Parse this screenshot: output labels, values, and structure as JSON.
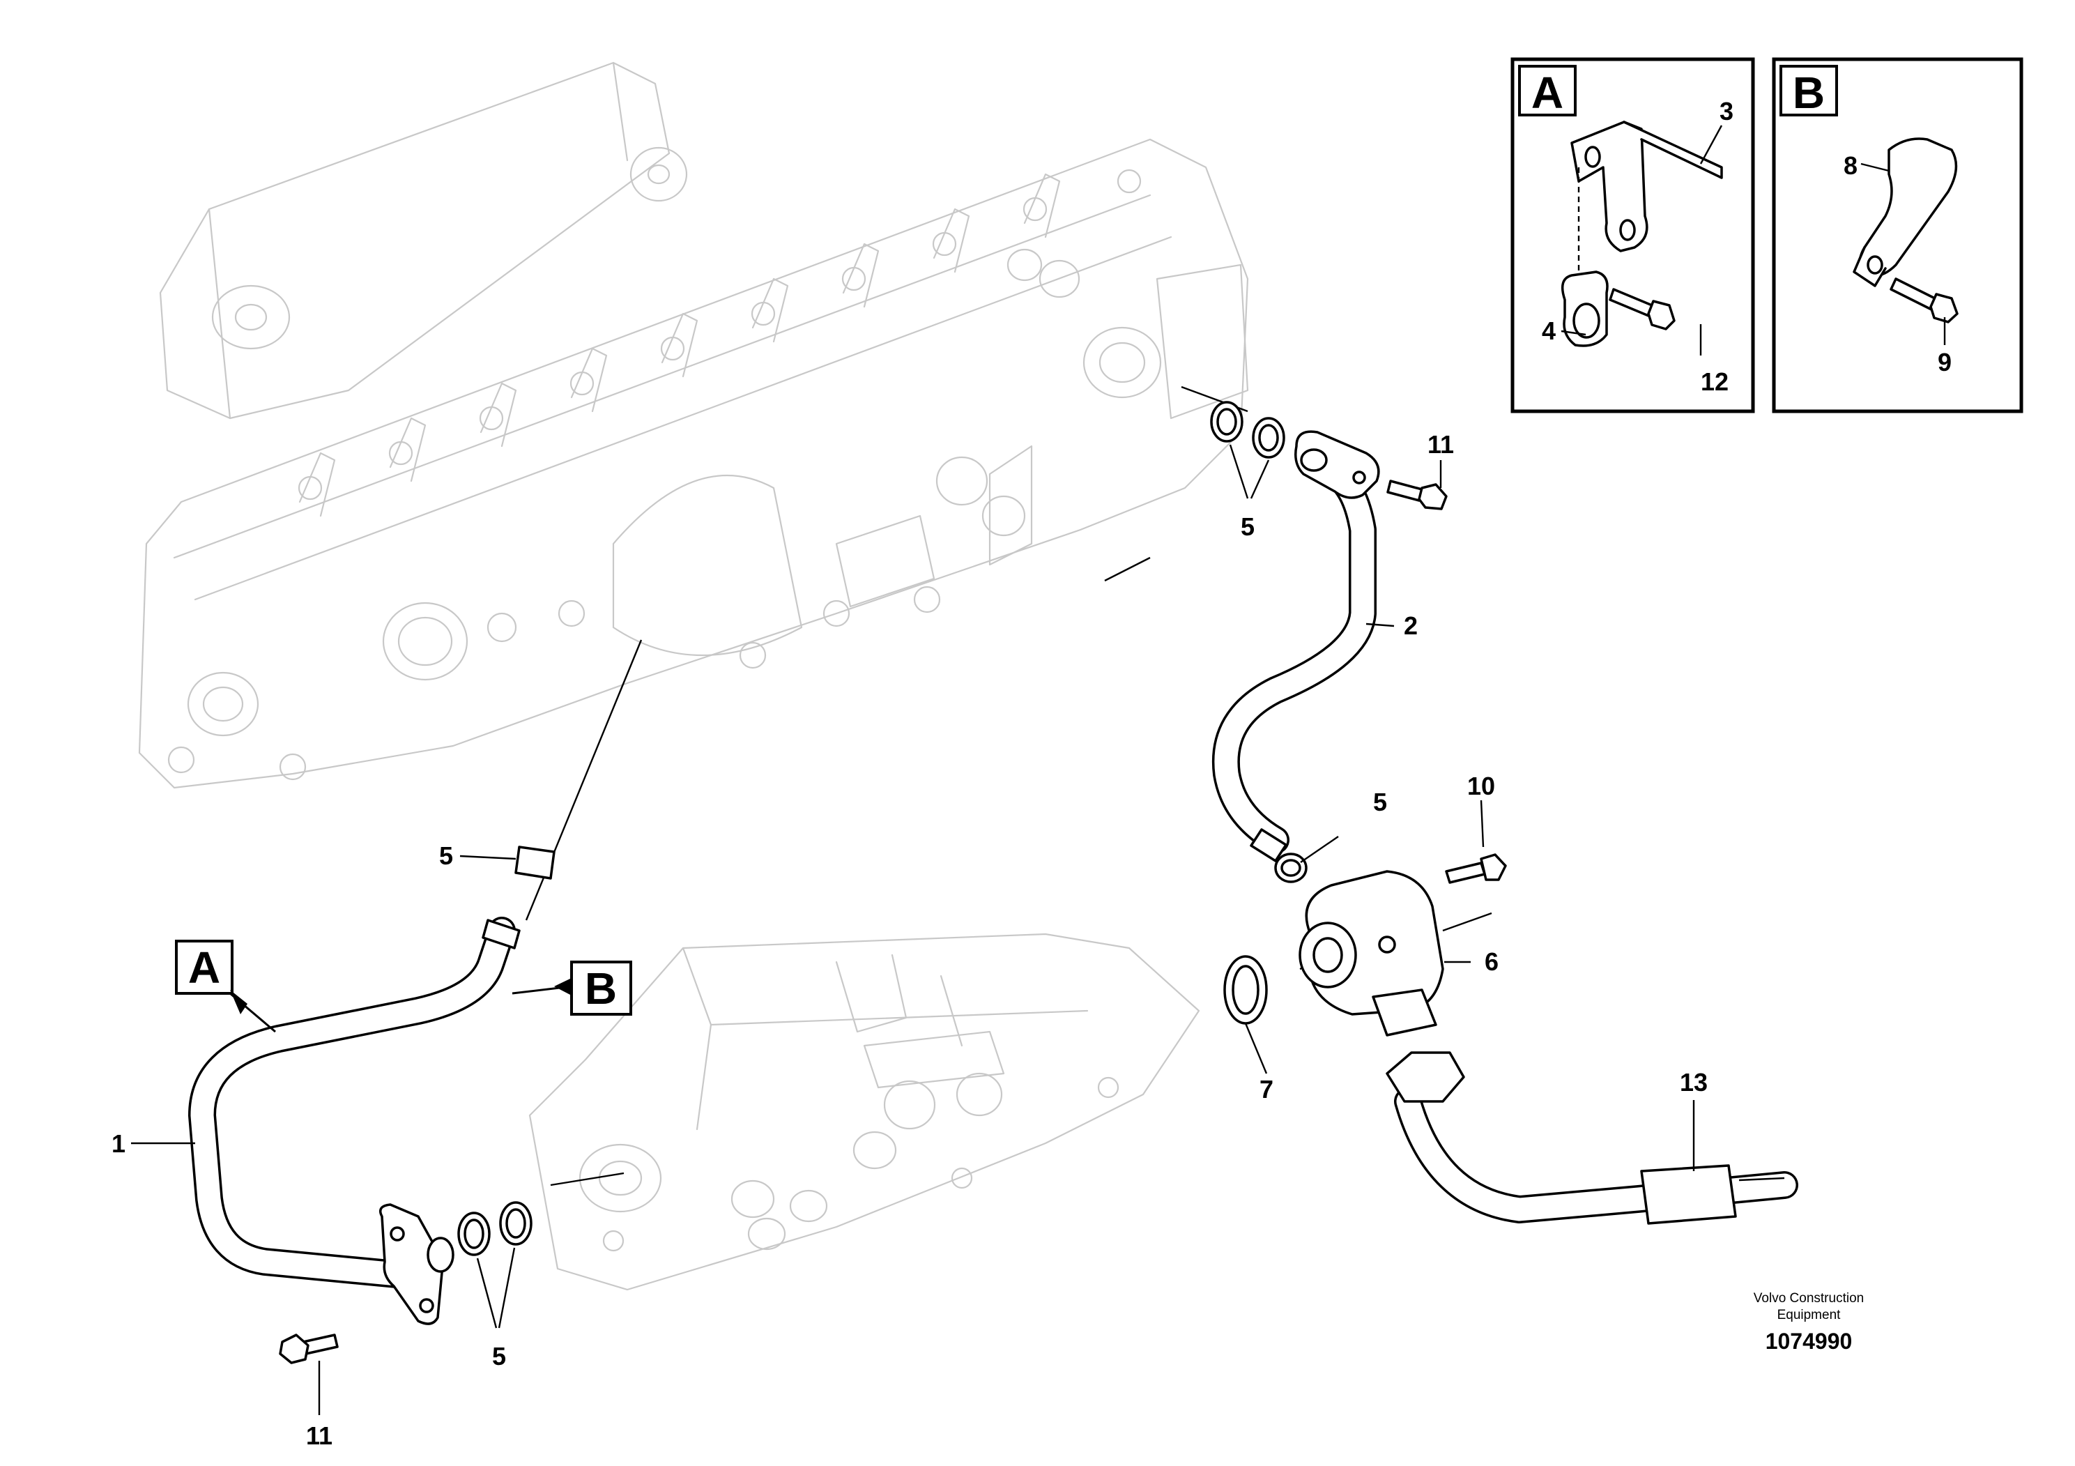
{
  "callouts": {
    "c1": "1",
    "c2": "2",
    "c3": "3",
    "c4": "4",
    "c5a": "5",
    "c5b": "5",
    "c5c": "5",
    "c5d": "5",
    "c6": "6",
    "c7": "7",
    "c8": "8",
    "c9": "9",
    "c10": "10",
    "c11a": "11",
    "c11b": "11",
    "c12": "12",
    "c13": "13"
  },
  "detail_views": {
    "a": "A",
    "b": "B"
  },
  "view_markers": {
    "a": "A",
    "b": "B"
  },
  "footer": {
    "company_line1": "Volvo Construction",
    "company_line2": "Equipment",
    "doc_number": "1074990"
  }
}
